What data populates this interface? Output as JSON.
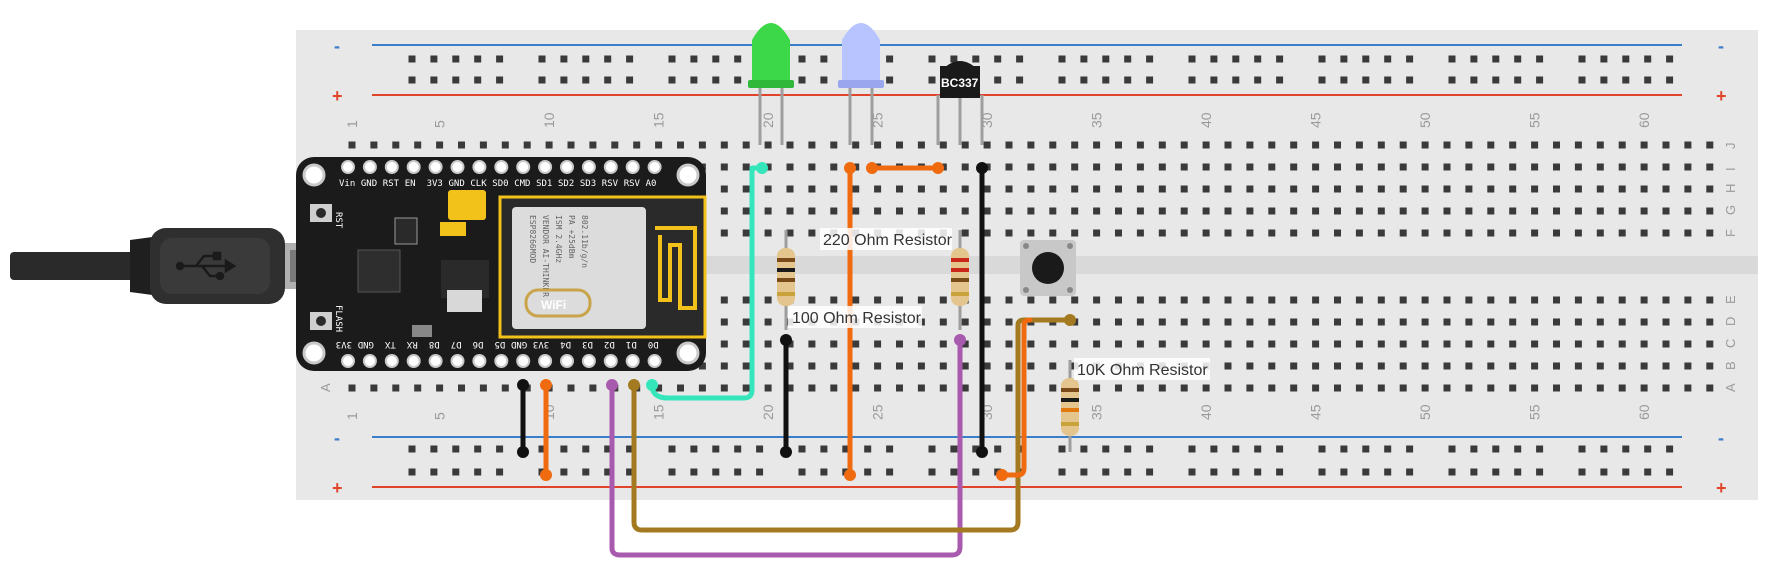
{
  "colors": {
    "board": "#e8e8e8",
    "rail_blue": "#3b7dc9",
    "rail_red": "#e0452c",
    "wire_cyan": "#35e6bb",
    "wire_orange": "#f06a10",
    "wire_black": "#111111",
    "wire_purple": "#a85aae",
    "wire_gold": "#a37a1f",
    "led_green": "#3dd84a",
    "led_blue": "#b8c4ff",
    "mcu": "#1b1b1b"
  },
  "breadboard": {
    "rail_minus": "-",
    "rail_plus": "+",
    "top_column_numbers": [
      "1",
      "5",
      "10",
      "15",
      "20",
      "25",
      "30",
      "35",
      "40",
      "45",
      "50",
      "55",
      "60"
    ],
    "bottom_column_numbers": [
      "1",
      "5",
      "10",
      "15",
      "20",
      "25",
      "30",
      "35",
      "40",
      "45",
      "50",
      "55",
      "60"
    ],
    "top_row_letters": [
      "J",
      "I",
      "H",
      "G",
      "F"
    ],
    "bottom_row_letters": [
      "E",
      "D",
      "C",
      "B",
      "A"
    ]
  },
  "components": {
    "transistor_label": "BC337",
    "resistor_220_label": "220 Ohm Resistor",
    "resistor_100_label": "100 Ohm Resistor",
    "resistor_10k_label": "10K Ohm Resistor"
  },
  "nodemcu": {
    "top_pins": [
      "Vin",
      "GND",
      "RST",
      "EN",
      "3V3",
      "GND",
      "CLK",
      "SD0",
      "CMD",
      "SD1",
      "SD2",
      "SD3",
      "RSV",
      "RSV",
      "A0"
    ],
    "bottom_pins": [
      "3V3",
      "GND",
      "TX",
      "RX",
      "D8",
      "D7",
      "D6",
      "D5",
      "GND",
      "3V3",
      "D4",
      "D3",
      "D2",
      "D1",
      "D0"
    ],
    "button_rst": "RST",
    "button_flash": "FLASH",
    "module_text": [
      "ESP8266MOD",
      "VENDOR AI-THINKER",
      "ISM 2.4GHz",
      "PA +25dBm",
      "802.11b/g/n"
    ],
    "wifi_text": "WiFi"
  },
  "usb": {
    "icon": "usb-icon"
  }
}
